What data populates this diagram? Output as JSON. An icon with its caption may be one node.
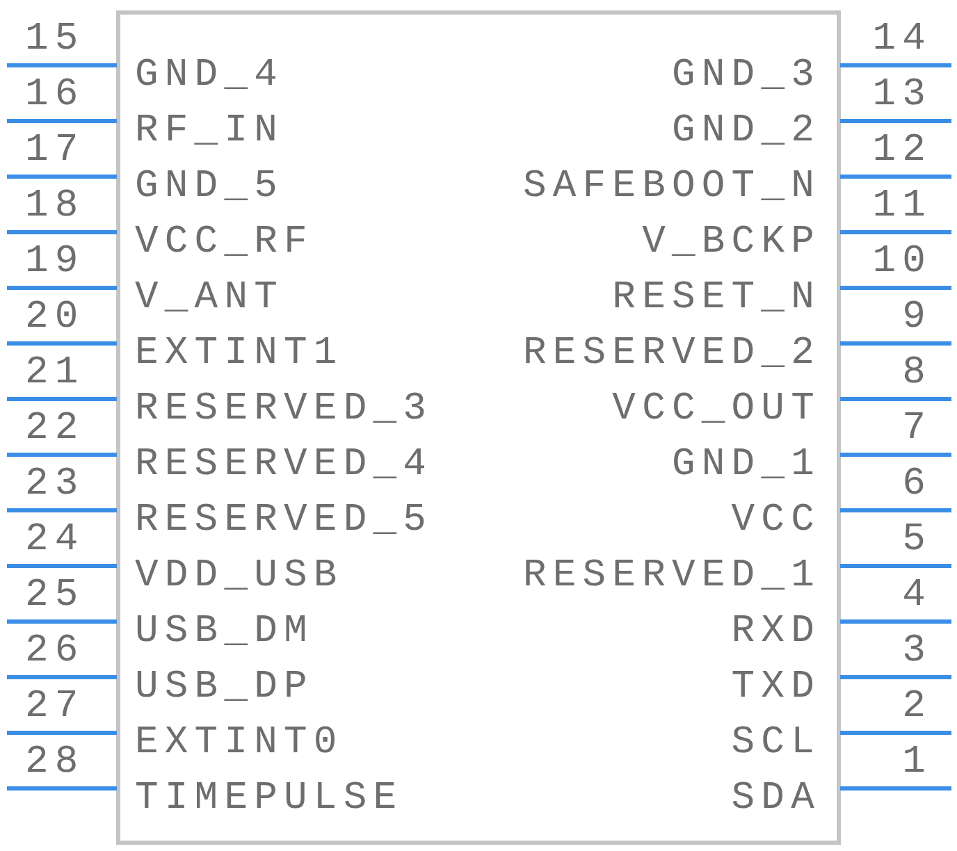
{
  "diagram": {
    "labels": [
      "15",
      "14",
      "GND_4",
      "GND_3",
      "16",
      "13",
      "RF_IN",
      "GND_2",
      "17",
      "12",
      "GND_5",
      "SAFEBOOT_N",
      "18",
      "11",
      "VCC_RF",
      "V_BCKP",
      "19",
      "10",
      "V_ANT",
      "RESET_N",
      "20",
      "9",
      "EXTINT1",
      "RESERVED_2",
      "21",
      "8",
      "RESERVED_3",
      "VCC_OUT",
      "22",
      "7",
      "RESERVED_4",
      "GND_1",
      "23",
      "6",
      "RESERVED_5",
      "VCC",
      "24",
      "5",
      "VDD_USB",
      "RESERVED_1",
      "25",
      "4",
      "USB_DM",
      "RXD",
      "26",
      "3",
      "USB_DP",
      "TXD",
      "27",
      "2",
      "EXTINT0",
      "SCL",
      "28",
      "1",
      "TIMEPULSE",
      "SDA"
    ]
  }
}
